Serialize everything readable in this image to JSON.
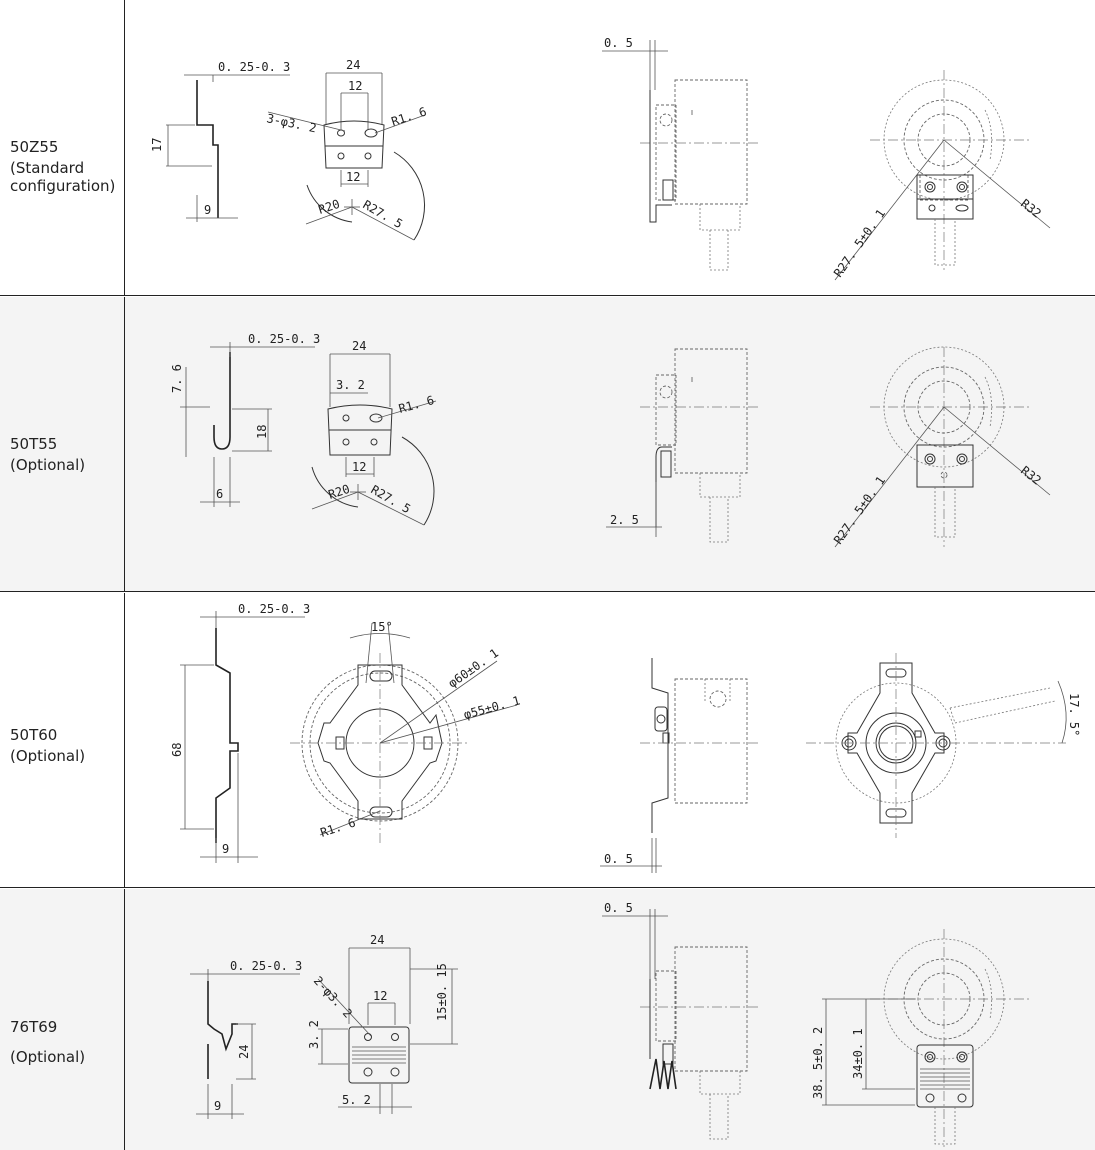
{
  "rows": [
    {
      "model": "50Z55",
      "config": "(Standard\nconfiguration)",
      "dims": {
        "thickness": "0. 25-0. 3",
        "height": "17",
        "foot": "9",
        "width": "24",
        "spacing_top": "12",
        "holes": "3-φ3. 2",
        "radius_small": "R1. 6",
        "spacing_bottom": "12",
        "r_inner": "R20",
        "r_outer": "R27. 5",
        "side_gap": "0. 5",
        "mount_radius": "R27. 5±0. 1",
        "outer_radius": "R32"
      }
    },
    {
      "model": "50T55",
      "config": "(Optional)",
      "dims": {
        "thickness": "0. 25-0. 3",
        "height_top": "7. 6",
        "height": "18",
        "foot": "6",
        "width": "24",
        "hole_offset": "3. 2",
        "radius_small": "R1. 6",
        "spacing_bottom": "12",
        "r_inner": "R20",
        "r_outer": "R27. 5",
        "side_gap": "2. 5",
        "mount_radius": "R27. 5±0. 1",
        "outer_radius": "R32"
      }
    },
    {
      "model": "50T60",
      "config": "(Optional)",
      "dims": {
        "thickness": "0. 25-0. 3",
        "height": "68",
        "foot": "9",
        "angle": "15°",
        "dia_outer": "φ60±0. 1",
        "dia_inner": "φ55±0. 1",
        "radius_small": "R1. 6",
        "side_gap": "0. 5",
        "cable_angle": "17. 5°"
      }
    },
    {
      "model": "76T69",
      "config": "(Optional)",
      "dims": {
        "thickness": "0. 25-0. 3",
        "height": "24",
        "foot": "9",
        "width": "24",
        "holes": "2-φ3. 2",
        "spacing_top": "12",
        "hole_offset": "3. 2",
        "height_right": "15±0. 15",
        "spacing_bottom": "5. 2",
        "side_gap": "0. 5",
        "dim_a": "38. 5±0. 2",
        "dim_b": "34±0. 1"
      }
    }
  ]
}
